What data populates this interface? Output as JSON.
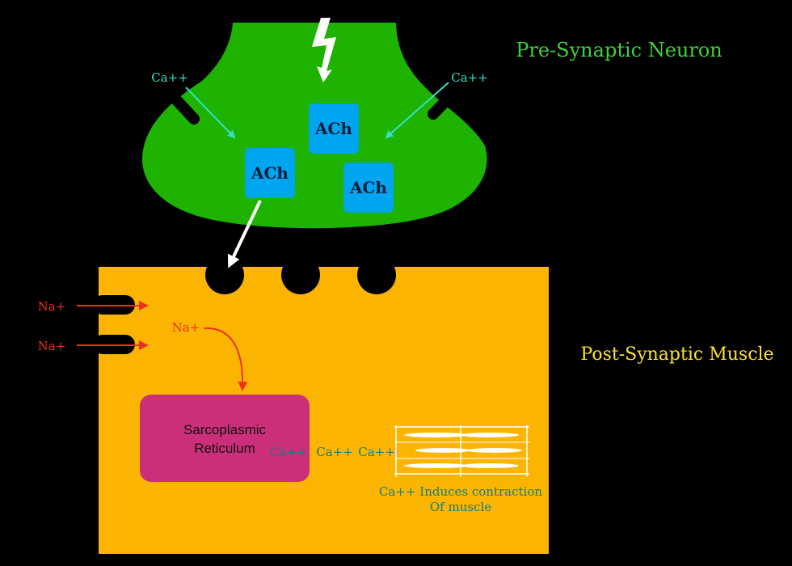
{
  "neuron": {
    "label": "Pre-Synaptic Neuron"
  },
  "muscle": {
    "label": "Post-Synaptic Muscle"
  },
  "vesicles": [
    "ACh",
    "ACh",
    "ACh"
  ],
  "ions": {
    "ca_left": "Ca++",
    "ca_right": "Ca++",
    "na_1": "Na+",
    "na_2": "Na+",
    "na_internal": "Na+",
    "ca_release_1": "Ca++",
    "ca_release_2": "Ca++",
    "ca_release_3": "Ca++"
  },
  "sr": {
    "line1": "Sarcoplasmic",
    "line2": "Reticulum"
  },
  "contraction": {
    "line1": "Ca++ Induces contraction",
    "line2": "Of muscle"
  },
  "colors": {
    "neuron": "#1db300",
    "neuron_label": "#3fd13a",
    "vesicle": "#00a5f0",
    "muscle": "#fbb500",
    "muscle_label": "#fbe231",
    "sr": "#cc2f7a",
    "ca_cyan": "#33e0c8",
    "ca_teal": "#127d85",
    "na_red": "#f0301c",
    "white": "#ffffff"
  }
}
